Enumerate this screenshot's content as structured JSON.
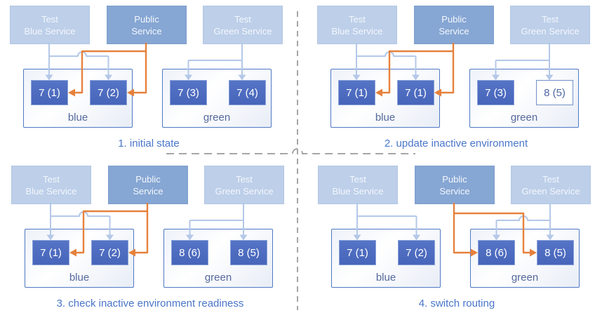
{
  "services": {
    "test_blue": {
      "label": "Test\nBlue Service"
    },
    "public": {
      "label": "Public\nService"
    },
    "test_green": {
      "label": "Test\nGreen Service"
    }
  },
  "quadrants": [
    {
      "caption": "1. initial state",
      "public_route": "blue",
      "blue_env": {
        "label": "blue",
        "pods": [
          {
            "label": "7 (1)"
          },
          {
            "label": "7 (2)"
          }
        ]
      },
      "green_env": {
        "label": "green",
        "pods": [
          {
            "label": "7 (3)"
          },
          {
            "label": "7 (4)"
          }
        ]
      }
    },
    {
      "caption": "2. update inactive environment",
      "public_route": "blue",
      "blue_env": {
        "label": "blue",
        "pods": [
          {
            "label": "7 (1)"
          },
          {
            "label": "7 (1)"
          }
        ]
      },
      "green_env": {
        "label": "green",
        "pods": [
          {
            "label": "7 (3)"
          },
          {
            "label": "8 (5)",
            "outlined": true
          }
        ]
      }
    },
    {
      "caption": "3. check inactive environment readiness",
      "public_route": "blue",
      "blue_env": {
        "label": "blue",
        "pods": [
          {
            "label": "7 (1)"
          },
          {
            "label": "7 (2)"
          }
        ]
      },
      "green_env": {
        "label": "green",
        "pods": [
          {
            "label": "8 (6)"
          },
          {
            "label": "8 (5)"
          }
        ]
      }
    },
    {
      "caption": "4. switch routing",
      "public_route": "green",
      "blue_env": {
        "label": "blue",
        "pods": [
          {
            "label": "7 (1)"
          },
          {
            "label": "7 (2)"
          }
        ]
      },
      "green_env": {
        "label": "green",
        "pods": [
          {
            "label": "8 (6)"
          },
          {
            "label": "8 (5)"
          }
        ]
      }
    }
  ],
  "colors": {
    "service_light_blue": "#bdcfe9",
    "service_medium_blue": "#86a6d3",
    "pod_fill_blue": "#4b69bd",
    "route_test_light_blue": "#b4c8e8",
    "route_public_orange": "#e6813c",
    "caption_blue": "#4a76ca",
    "environment_label_blue": "#56699c",
    "divider_gray": "#a6a6a6"
  }
}
